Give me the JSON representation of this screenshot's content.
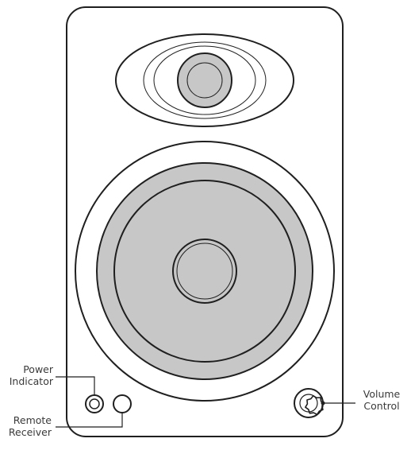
{
  "labels": {
    "power_indicator": {
      "line1": "Power",
      "line2": "Indicator"
    },
    "remote_receiver": {
      "line1": "Remote",
      "line2": "Receiver"
    },
    "volume_control": {
      "line1": "Volume",
      "line2": "Control"
    }
  },
  "colors": {
    "stroke": "#1f1f1f",
    "fill_grey": "#c7c7c7",
    "background": "#ffffff",
    "text": "#3a3a3a"
  }
}
